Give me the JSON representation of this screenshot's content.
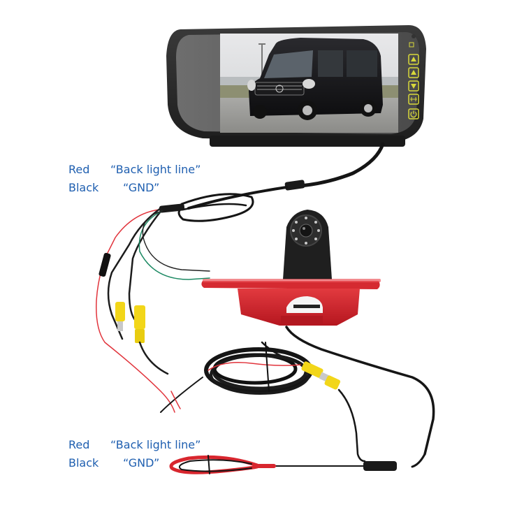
{
  "image": {
    "description": "Product photo: rear-view mirror monitor with backup camera in red third brake light housing, wiring harness and cables",
    "background": "#ffffff"
  },
  "monitor": {
    "screen_content": "black Mercedes Sprinter van on a road",
    "buttons": [
      {
        "icon": "menu-icon"
      },
      {
        "icon": "up-arrow-icon"
      },
      {
        "icon": "up-arrow-icon"
      },
      {
        "icon": "down-arrow-icon"
      },
      {
        "icon": "mode-icon"
      },
      {
        "icon": "power-icon"
      }
    ],
    "button_color": "#d8d83a",
    "bezel_color": "#2a2a2a"
  },
  "camera": {
    "housing_color": "#c9202a",
    "mount_color": "#1c1c1c"
  },
  "labels": {
    "top": [
      {
        "wire": "Red",
        "function": "“Back light line”"
      },
      {
        "wire": "Black",
        "function": "“GND”"
      }
    ],
    "bottom": [
      {
        "wire": "Red",
        "function": "“Back light line”"
      },
      {
        "wire": "Black",
        "function": "“GND”"
      }
    ],
    "color": "#1f5fb0"
  }
}
